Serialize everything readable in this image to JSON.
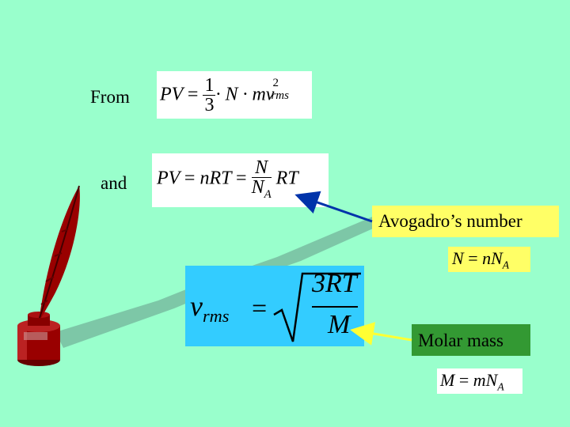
{
  "labels": {
    "from": "From",
    "and": "and",
    "avogadro": "Avogadro’s number",
    "molar": "Molar mass"
  },
  "equations": {
    "eq1": {
      "lhs": "PV",
      "eq": "=",
      "num": "1",
      "den": "3",
      "rest": "· N · mv",
      "sup": "2",
      "sub": "rms"
    },
    "eq2": {
      "lhs": "PV",
      "eq": "=",
      "mid": "nRT",
      "eq2": "=",
      "num": "N",
      "den": "N",
      "den_sub": "A",
      "rest": "RT"
    },
    "eq3": {
      "lhs": "N",
      "eq": "=",
      "rhs": "nN",
      "sub": "A"
    },
    "eq4": {
      "lhs": "M",
      "eq": "=",
      "rhs": "mN",
      "sub": "A"
    },
    "vrms": {
      "lhs": "v",
      "sub": "rms",
      "eq": "=",
      "num": "3RT",
      "den": "M"
    }
  },
  "colors": {
    "background": "#99ffcc",
    "result_box": "#33ccff",
    "highlight_yellow": "#ffff66",
    "highlight_green": "#339933",
    "arrow_blue": "#0033aa",
    "arrow_yellow": "#ffff33",
    "quill_red": "#990000"
  },
  "icons": [
    "quill-pen-icon",
    "ink-bottle-icon"
  ]
}
